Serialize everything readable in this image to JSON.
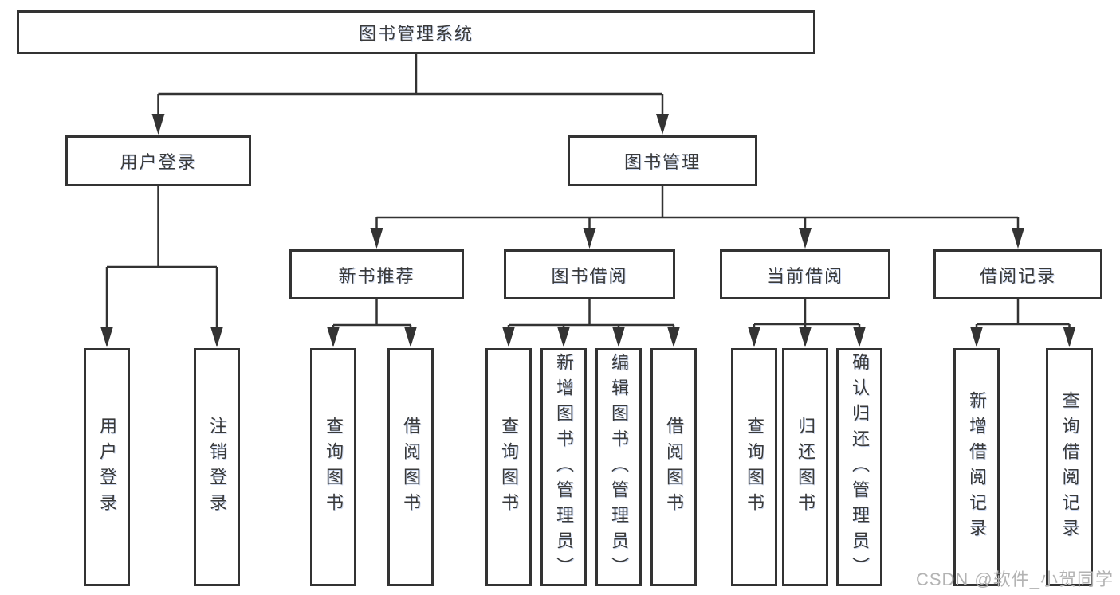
{
  "diagram": {
    "nodes": [
      {
        "id": "root",
        "label": "图书管理系统"
      },
      {
        "id": "user-login",
        "label": "用户登录"
      },
      {
        "id": "book-mgmt",
        "label": "图书管理"
      },
      {
        "id": "new-book-rec",
        "label": "新书推荐"
      },
      {
        "id": "book-borrow",
        "label": "图书借阅"
      },
      {
        "id": "current-borrow",
        "label": "当前借阅"
      },
      {
        "id": "borrow-records",
        "label": "借阅记录"
      },
      {
        "id": "leaf-user-login",
        "label": "用户登录"
      },
      {
        "id": "leaf-logout",
        "label": "注销登录"
      },
      {
        "id": "leaf-rec-search",
        "label": "查询图书"
      },
      {
        "id": "leaf-rec-borrow",
        "label": "借阅图书"
      },
      {
        "id": "leaf-bb-search",
        "label": "查询图书"
      },
      {
        "id": "leaf-bb-add",
        "label": "新增图书（管理员）"
      },
      {
        "id": "leaf-bb-edit",
        "label": "编辑图书（管理员）"
      },
      {
        "id": "leaf-bb-borrow",
        "label": "借阅图书"
      },
      {
        "id": "leaf-cb-search",
        "label": "查询图书"
      },
      {
        "id": "leaf-cb-return",
        "label": "归还图书"
      },
      {
        "id": "leaf-cb-confirm",
        "label": "确认归还（管理员）"
      },
      {
        "id": "leaf-br-add",
        "label": "新增借阅记录"
      },
      {
        "id": "leaf-br-search",
        "label": "查询借阅记录"
      }
    ],
    "edges": [
      {
        "parent": "root",
        "children": [
          "user-login",
          "book-mgmt"
        ]
      },
      {
        "parent": "user-login",
        "children": [
          "leaf-user-login",
          "leaf-logout"
        ]
      },
      {
        "parent": "book-mgmt",
        "children": [
          "new-book-rec",
          "book-borrow",
          "current-borrow",
          "borrow-records"
        ]
      },
      {
        "parent": "new-book-rec",
        "children": [
          "leaf-rec-search",
          "leaf-rec-borrow"
        ]
      },
      {
        "parent": "book-borrow",
        "children": [
          "leaf-bb-search",
          "leaf-bb-add",
          "leaf-bb-edit",
          "leaf-bb-borrow"
        ]
      },
      {
        "parent": "current-borrow",
        "children": [
          "leaf-cb-search",
          "leaf-cb-return",
          "leaf-cb-confirm"
        ]
      },
      {
        "parent": "borrow-records",
        "children": [
          "leaf-br-add",
          "leaf-br-search"
        ]
      }
    ]
  },
  "watermark": {
    "text": "CSDN @软件_小贺同学",
    "color": "#b3b3b3"
  },
  "colors": {
    "line": "#333333",
    "box_border": "#333333",
    "text": "#3a3a3a",
    "background": "#ffffff"
  }
}
